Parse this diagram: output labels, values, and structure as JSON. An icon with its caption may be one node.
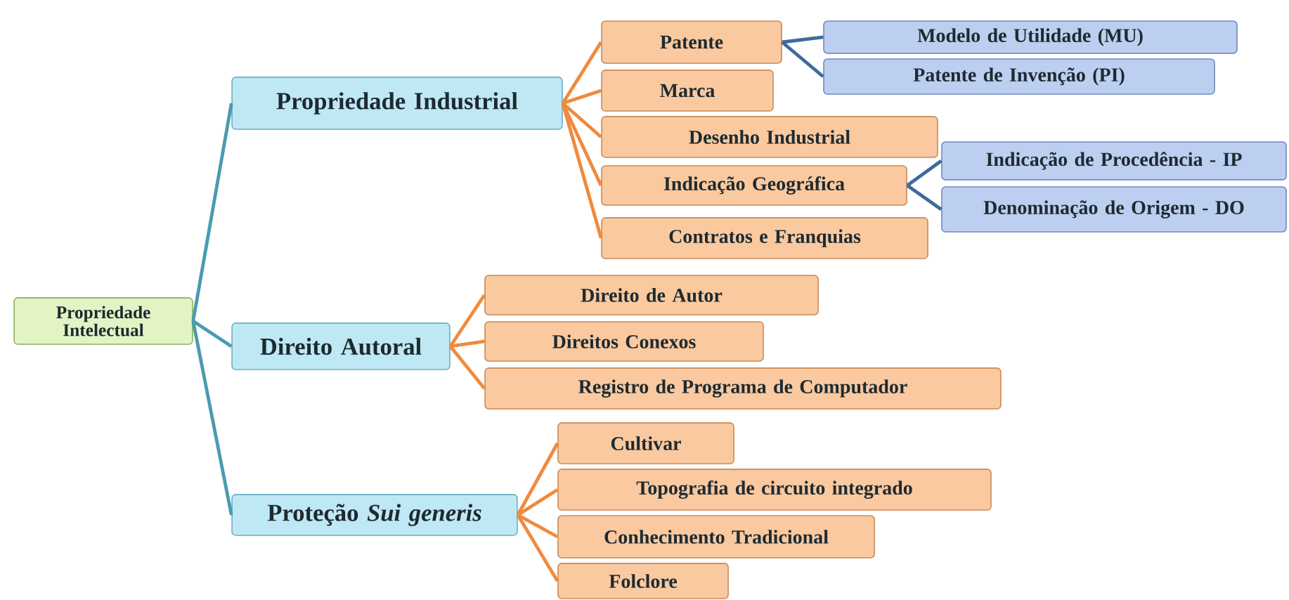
{
  "diagram": {
    "nodes": [
      {
        "text": [
          "Propriedade Intelectual"
        ]
      },
      {
        "text": [
          "Propriedade Industrial"
        ]
      },
      {
        "text": [
          "Patente"
        ]
      },
      {
        "text": [
          "Modelo de Utilidade (MU)"
        ]
      },
      {
        "text": [
          "Patente de Invenção (PI)"
        ]
      },
      {
        "text": [
          "Marca"
        ]
      },
      {
        "text": [
          "Desenho Industrial"
        ]
      },
      {
        "text": [
          "Indicação Geográfica"
        ]
      },
      {
        "text": [
          "Indicação de Procedência - IP"
        ]
      },
      {
        "text": [
          "Denominação de Origem - DO"
        ]
      },
      {
        "text": [
          "Contratos e Franquias"
        ]
      },
      {
        "text": [
          "Direito Autoral"
        ]
      },
      {
        "text": [
          "Direito de Autor"
        ]
      },
      {
        "text": [
          "Direitos Conexos"
        ]
      },
      {
        "text": [
          "Registro de Programa de Computador"
        ]
      },
      {
        "text": [
          "Proteção *Sui generis*"
        ]
      },
      {
        "text": [
          "Cultivar"
        ]
      },
      {
        "text": [
          "Topografia de circuito integrado"
        ]
      },
      {
        "text": [
          "Conhecimento Tradicional"
        ]
      },
      {
        "text": [
          "Folclore"
        ]
      }
    ],
    "edges": [
      {
        "from": 0,
        "to": 1,
        "arrow": "none",
        "color": "#4a9bb0"
      },
      {
        "from": 0,
        "to": 11,
        "arrow": "none",
        "color": "#4a9bb0"
      },
      {
        "from": 0,
        "to": 15,
        "arrow": "none",
        "color": "#4a9bb0"
      },
      {
        "from": 1,
        "to": 2,
        "arrow": "none"
      },
      {
        "from": 1,
        "to": 5,
        "arrow": "none"
      },
      {
        "from": 1,
        "to": 6,
        "arrow": "none"
      },
      {
        "from": 1,
        "to": 7,
        "arrow": "none"
      },
      {
        "from": 1,
        "to": 10,
        "arrow": "none"
      },
      {
        "from": 2,
        "to": 3,
        "arrow": "none",
        "color": "#3e6a9e"
      },
      {
        "from": 2,
        "to": 4,
        "arrow": "none",
        "color": "#3e6a9e"
      },
      {
        "from": 7,
        "to": 8,
        "arrow": "none",
        "color": "#3e6a9e"
      },
      {
        "from": 7,
        "to": 9,
        "arrow": "none",
        "color": "#3e6a9e"
      },
      {
        "from": 11,
        "to": 12,
        "arrow": "none"
      },
      {
        "from": 11,
        "to": 13,
        "arrow": "none"
      },
      {
        "from": 11,
        "to": 14,
        "arrow": "none"
      },
      {
        "from": 15,
        "to": 16,
        "arrow": "none"
      },
      {
        "from": 15,
        "to": 17,
        "arrow": "none"
      },
      {
        "from": 15,
        "to": 18,
        "arrow": "none"
      },
      {
        "from": 15,
        "to": 19,
        "arrow": "none"
      }
    ]
  }
}
